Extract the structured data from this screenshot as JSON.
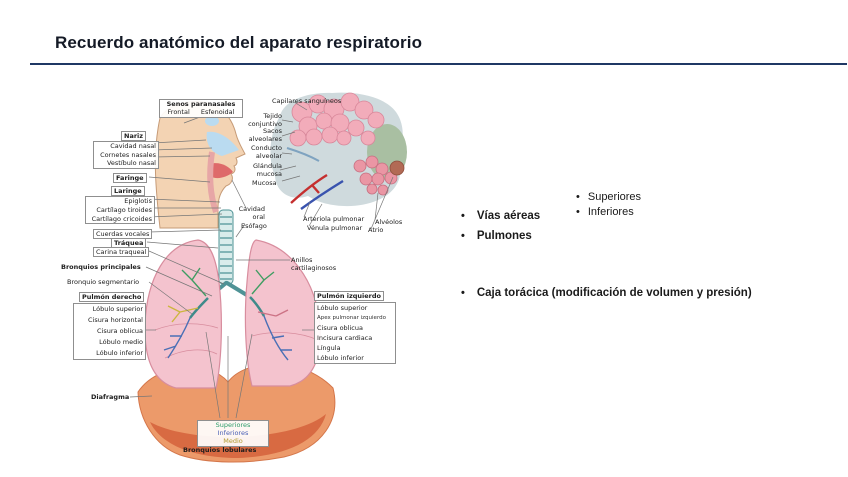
{
  "slide": {
    "title": "Recuerdo anatómico del aparato respiratorio"
  },
  "colors": {
    "rule": "#1f3864",
    "superiores": "#2e9e6b",
    "inferiores": "#4a5fb5",
    "medio": "#b1992f"
  },
  "right_panel": {
    "sub_bullets": [
      "Superiores",
      "Inferiores"
    ],
    "bullets": [
      "Vías aéreas",
      "Pulmones"
    ],
    "thorax": "Caja torácica (modificación de volumen y presión)"
  },
  "diagram": {
    "senos": {
      "header": "Senos paranasales",
      "items": [
        "Frontal",
        "Esfenoidal"
      ]
    },
    "capilares": "Capilares sanguíneos",
    "nariz": {
      "header": "Nariz",
      "items": [
        "Cavidad nasal",
        "Cornetes nasales",
        "Vestíbulo nasal"
      ]
    },
    "tejido": "Tejido conjuntivo",
    "sacos": "Sacos alveolares",
    "conducto": "Conducto alveolar",
    "glandula": "Glándula mucosa",
    "mucosa": "Mucosa",
    "faringe": "Faringe",
    "laringe": {
      "header": "Laringe",
      "items": [
        "Epiglotis",
        "Cartílago tiroides",
        "Cartílago cricoides"
      ]
    },
    "cavidad_oral": "Cavidad oral",
    "esofago": "Esófago",
    "arteriola": "Arteriola pulmonar",
    "venula": "Vénula pulmonar",
    "alveolos": "Alvéolos",
    "atrio": "Atrio",
    "cuerdas": "Cuerdas vocales",
    "traquea": "Tráquea",
    "carina": "Carina traqueal",
    "anillos": "Anillos cartilaginosos",
    "bronquios_principales": "Bronquios principales",
    "bronquio_segmentario": "Bronquio segmentario",
    "pulmon_derecho": {
      "header": "Pulmón derecho",
      "items": [
        "Lóbulo superior",
        "Cisura horizontal",
        "Cisura oblicua",
        "Lóbulo medio",
        "Lóbulo inferior"
      ]
    },
    "pulmon_izquierdo": {
      "header": "Pulmón izquierdo",
      "items": [
        "Lóbulo superior",
        "Apex pulmonar izquierdo",
        "Cisura oblicua",
        "Incisura cardiaca",
        "Língula",
        "Lóbulo inferior"
      ]
    },
    "diafragma": "Diafragma",
    "lobulares": {
      "superiores": "Superiores",
      "inferiores": "Inferiores",
      "medio": "Medio",
      "caption": "Bronquios lobulares"
    }
  }
}
